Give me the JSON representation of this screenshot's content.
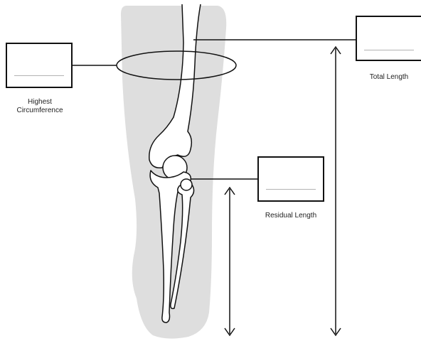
{
  "colors": {
    "limb": "#dedede",
    "stroke": "#111111",
    "bone_fill": "#ffffff",
    "field_line": "#b3b3b3"
  },
  "fields": {
    "highest_circumference": {
      "label": "Highest\nCircumference",
      "value": ""
    },
    "total_length": {
      "label": "Total Length",
      "value": ""
    },
    "residual_length": {
      "label": "Residual Length",
      "value": ""
    }
  },
  "icons": [
    "double-arrow-icon"
  ]
}
